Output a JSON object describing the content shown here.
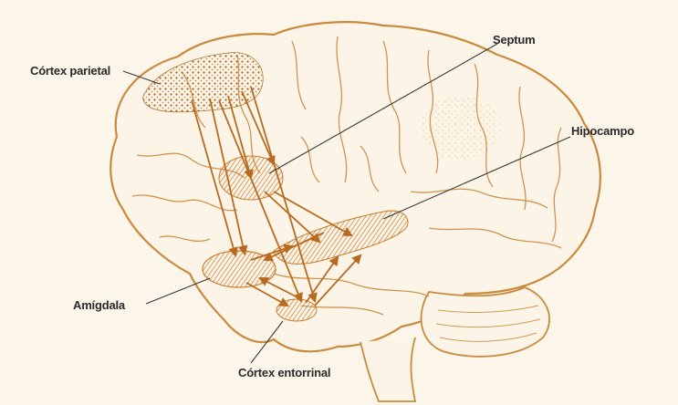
{
  "diagram": {
    "colors": {
      "background": "#fbf5ea",
      "outline": "#c98a3e",
      "region_fill": "#e0a860",
      "arrow": "#b86a1e",
      "label_text": "#2a2a2a",
      "leader_line": "#3a3a3a"
    },
    "labels": {
      "parietal": "Córtex parietal",
      "septum": "Septum",
      "hipocampo": "Hipocampo",
      "amigdala": "Amígdala",
      "entorrinal": "Córtex entorrinal"
    }
  }
}
